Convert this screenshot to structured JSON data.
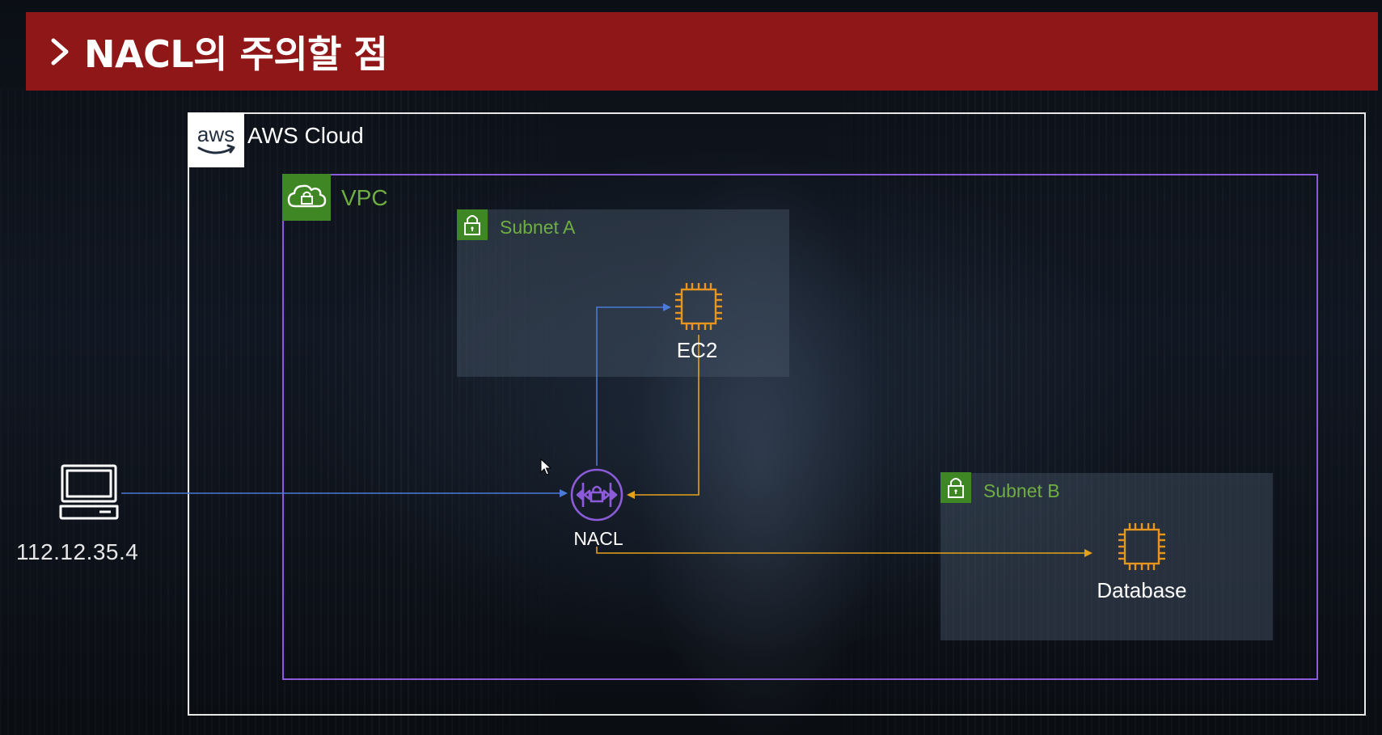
{
  "title": "NACL의 주의할 점",
  "diagram": {
    "cloud_label": "AWS Cloud",
    "aws_logo_text": "aws",
    "vpc_label": "VPC",
    "subnets": [
      {
        "id": "subnet-a",
        "label": "Subnet A"
      },
      {
        "id": "subnet-b",
        "label": "Subnet B"
      }
    ],
    "nodes": {
      "client": {
        "icon": "laptop-icon",
        "label": "112.12.35.4"
      },
      "nacl": {
        "icon": "nacl-icon",
        "label": "NACL"
      },
      "ec2": {
        "icon": "ec2-instance-icon",
        "label": "EC2"
      },
      "database": {
        "icon": "ec2-instance-icon",
        "label": "Database"
      }
    },
    "connections": [
      {
        "from": "client",
        "to": "nacl",
        "color": "#4a7bd6"
      },
      {
        "from": "nacl",
        "to": "ec2",
        "color": "#4a7bd6"
      },
      {
        "from": "ec2",
        "to": "nacl",
        "color": "#e3a21a"
      },
      {
        "from": "nacl",
        "to": "database",
        "color": "#e3a21a"
      }
    ]
  },
  "colors": {
    "title_bar": "#8f1717",
    "vpc_border": "#8c5bd9",
    "subnet_green": "#3f8624",
    "subnet_text": "#6fae42",
    "compute_orange": "#e7951f",
    "nacl_purple": "#8c5bd9",
    "request_line": "#4a7bd6",
    "response_line": "#e3a21a"
  }
}
